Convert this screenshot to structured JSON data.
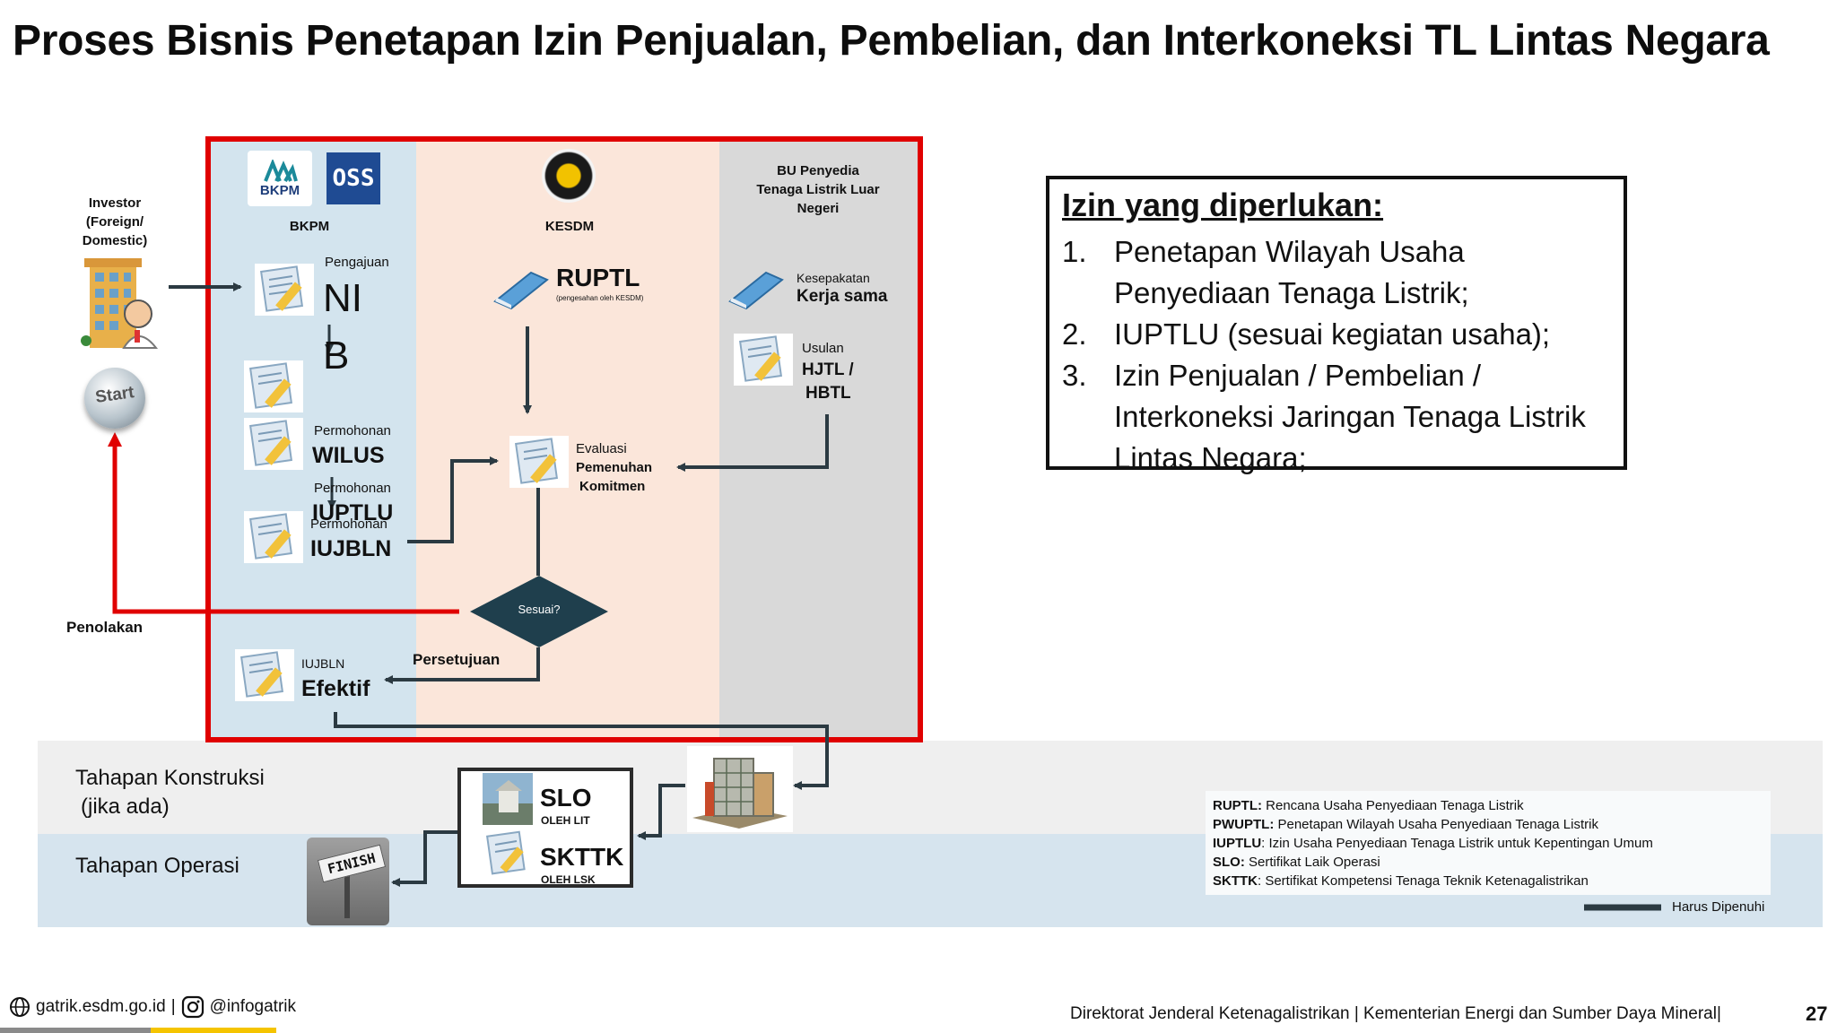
{
  "title": "Proses Bisnis Penetapan Izin Penjualan, Pembelian, dan Interkoneksi TL Lintas Negara",
  "actors": {
    "investor": "Investor (Foreign/ Domestic)",
    "bkpm": "BKPM",
    "kesdm": "KESDM",
    "bu": "BU Penyedia Tenaga Listrik Luar Negeri"
  },
  "logos": {
    "bkpm": "BKPM",
    "oss": "OSS"
  },
  "start_label": "Start",
  "finish_label": "FINISH",
  "steps": {
    "nib_caption": "Pengajuan",
    "nib_title_1": "NI",
    "nib_title_2": "B",
    "wilus_caption": "Permohonan",
    "wilus_title": "WILUS",
    "iuptlu_caption": "Permohonan",
    "iuptlu_title": "IUPTLU",
    "iujbln_caption": "Permohonan",
    "iujbln_title": "IUJBLN",
    "ruptl_title": "RUPTL",
    "ruptl_note": "(pengesahan oleh KESDM)",
    "kerjasama_caption": "Kesepakatan",
    "kerjasama_title": "Kerja sama",
    "hjtl_caption": "Usulan",
    "hjtl_title_1": "HJTL /",
    "hjtl_title_2": "HBTL",
    "eval_1": "Evaluasi",
    "eval_2": "Pemenuhan",
    "eval_3": "Komitmen",
    "decision": "Sesuai?",
    "rejection": "Penolakan",
    "approval": "Persetujuan",
    "effective_caption": "IUJBLN",
    "effective_title": "Efektif",
    "slo_title": "SLO",
    "slo_sub": "OLEH LIT",
    "skttk_title": "SKTTK",
    "skttk_sub": "OLEH LSK"
  },
  "stages": {
    "construction_1": "Tahapan Konstruksi",
    "construction_2": "(jika ada)",
    "operation": "Tahapan Operasi"
  },
  "requirements": {
    "heading": "Izin yang diperlukan:",
    "items": [
      {
        "num": "1.",
        "text": "Penetapan Wilayah Usaha Penyediaan Tenaga Listrik;"
      },
      {
        "num": "2.",
        "text": "IUPTLU (sesuai kegiatan usaha);"
      },
      {
        "num": "3.",
        "text": "Izin Penjualan / Pembelian / Interkoneksi Jaringan Tenaga Listrik Lintas Negara;"
      }
    ]
  },
  "glossary": [
    {
      "term": "RUPTL:",
      "def": " Rencana Usaha Penyediaan Tenaga Listrik"
    },
    {
      "term": "PWUPTL:",
      "def": " Penetapan Wilayah Usaha Penyediaan Tenaga Listrik"
    },
    {
      "term": "IUPTLU",
      "def": ": Izin Usaha Penyediaan Tenaga Listrik untuk Kepentingan Umum"
    },
    {
      "term": "SLO:",
      "def": " Sertifikat Laik Operasi"
    },
    {
      "term": "SKTTK",
      "def": ": Sertifikat Kompetensi Tenaga Teknik Ketenagalistrikan"
    }
  ],
  "legend": "Harus Dipenuhi",
  "footer": {
    "website": "gatrik.esdm.go.id",
    "sep": "|",
    "social": "@infogatrik",
    "org": "Direktorat Jenderal Ketenagalistrikan | Kementerian Energi dan Sumber Daya Mineral|",
    "page": "27"
  },
  "colors": {
    "lane_bkpm": "#d3e4ee",
    "lane_kesdm": "#fbe6da",
    "lane_bu": "#d9d9d9",
    "frame": "#e00000",
    "arrow": "#2b3a42",
    "decision": "#1f3f4d",
    "accent_yellow": "#f5c400"
  }
}
